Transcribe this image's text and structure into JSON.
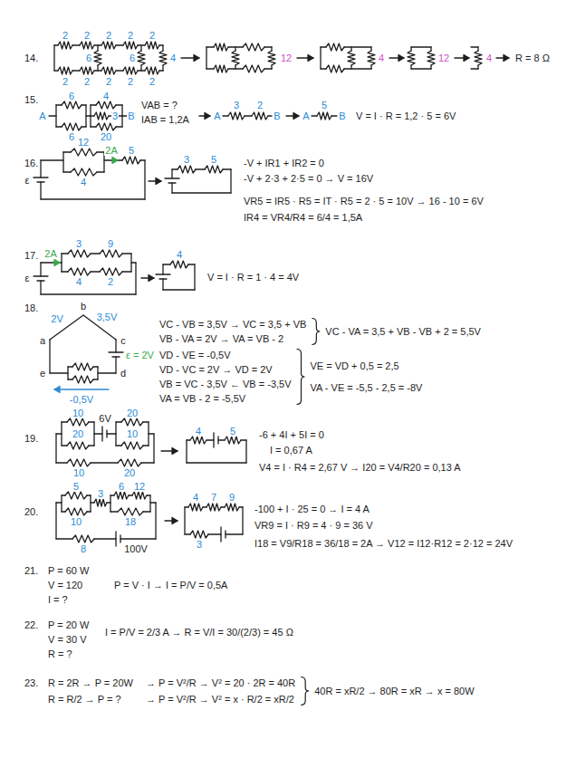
{
  "diagram": {
    "labels": [
      "14.",
      "2",
      "2",
      "2",
      "2",
      "2",
      "6",
      "6",
      "4",
      "2",
      "2",
      "2",
      "2",
      "2",
      "12",
      "4",
      "12",
      "4",
      "R = 8 Ω",
      "15.",
      "A",
      "6",
      "6",
      "4",
      "3",
      "20",
      "B",
      "VAB = ?",
      "IAB = 1,2A",
      "A",
      "3",
      "2",
      "B",
      "A",
      "5",
      "B",
      "V = I · R = 1,2 · 5 = 6V",
      "16.",
      "12",
      "2A",
      "5",
      "ε",
      "4",
      "3",
      "5",
      "-V + IR1 + IR2 = 0",
      "-V + 2·3 + 2·5 = 0 → V = 16V",
      "VR5 = IR5 · R5 = IT · R5 = 2 · 5 = 10V → 16 - 10 = 6V",
      "IR4 = VR4/R4 = 6/4 = 1,5A",
      "17.",
      "2A",
      "3",
      "9",
      "ε",
      "4",
      "2",
      "4",
      "V = I · R = 1 · 4 = 4V",
      "18.",
      "2V",
      "b",
      "3,5V",
      "a",
      "c",
      "ε = 2V",
      "e",
      "d",
      "-0,5V",
      "VC - VB = 3,5V → VC = 3,5 + VB",
      "VB - VA = 2V → VA = VB - 2",
      "VC - VA = 3,5 + VB - VB + 2 = 5,5V",
      "VD - VE = -0,5V",
      "VD - VC = 2V → VD = 2V",
      "VB = VC - 3,5V ← VB = -3,5V",
      "VA = VB - 2 = -5,5V",
      "VE = VD + 0,5 = 2,5",
      "VA - VE = -5,5 - 2,5 = -8V",
      "19.",
      "10",
      "6V",
      "20",
      "20",
      "10",
      "10",
      "20",
      "4",
      "5",
      "-6 + 4I + 5I = 0",
      "I = 0,67 A",
      "V4 = I · R4 = 2,67 V → I20 = V4/R20 = 0,13 A",
      "20.",
      "5",
      "3",
      "6",
      "12",
      "10",
      "18",
      "8",
      "100V",
      "4",
      "7",
      "9",
      "3",
      "-100 + I · 25 = 0 → I = 4 A",
      "VR9 = I · R9 = 4 · 9 = 36 V",
      "I18 = V9/R18 = 36/18 = 2A → V12 = I12·R12 = 2·12 = 24V",
      "21.",
      "P = 60 W",
      "V = 120",
      "I = ?",
      "P = V · I → I = P/V = 0,5A",
      "22.",
      "P = 20 W",
      "V = 30 V",
      "R = ?",
      "I = P/V = 2/3 A → R = V/I = 30/(2/3) = 45 Ω",
      "23.",
      "R = 2R → P = 20W",
      "R = R/2 → P = ?",
      "→ P = V²/R → V² = 20 · 2R = 40R",
      "→ P = V²/R → V² = x · R/2 = xR/2",
      "40R = xR/2 → 80R = xR → x = 80W"
    ]
  }
}
